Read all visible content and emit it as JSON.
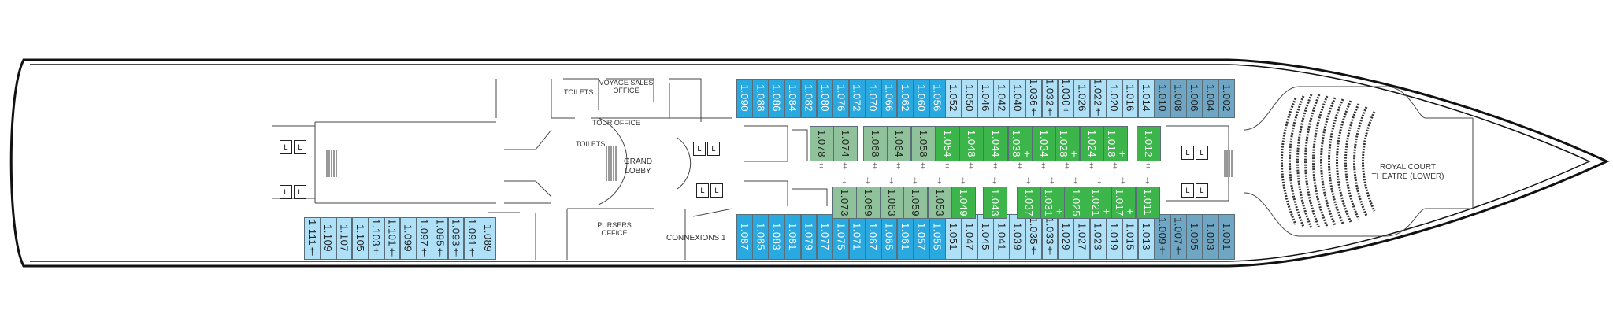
{
  "colors": {
    "dark_blue": "#29a9e0",
    "light_blue": "#aee0f7",
    "steel_blue": "#6fa6c4",
    "pale_green": "#8fc29a",
    "green": "#3cb54a"
  },
  "symbols": {
    "accessible": "‡",
    "lift": "L"
  },
  "areas": {
    "toilets_top": "TOILETS",
    "voyage_sales": "VOYAGE SALES OFFICE",
    "tour_office": "TOUR OFFICE",
    "toilets_mid": "TOILETS",
    "grand_lobby": "GRAND LOBBY",
    "pursers_office": "PURSERS OFFICE",
    "connexions": "CONNEXIONS 1",
    "theatre": "ROYAL COURT THEATRE (LOWER)"
  },
  "cabins": {
    "top_outer": [
      {
        "n": "1.090",
        "c": "dark_blue"
      },
      {
        "n": "1.088",
        "c": "dark_blue"
      },
      {
        "n": "1.086",
        "c": "dark_blue"
      },
      {
        "n": "1.084",
        "c": "dark_blue"
      },
      {
        "n": "1.082",
        "c": "dark_blue"
      },
      {
        "n": "1.080",
        "c": "dark_blue"
      },
      {
        "n": "1.076",
        "c": "dark_blue"
      },
      {
        "n": "1.072",
        "c": "dark_blue"
      },
      {
        "n": "1.070",
        "c": "dark_blue"
      },
      {
        "n": "1.066",
        "c": "dark_blue"
      },
      {
        "n": "1.062",
        "c": "dark_blue"
      },
      {
        "n": "1.060",
        "c": "dark_blue"
      },
      {
        "n": "1.056",
        "c": "dark_blue"
      },
      {
        "n": "1.052",
        "c": "light_blue"
      },
      {
        "n": "1.050",
        "c": "light_blue"
      },
      {
        "n": "1.046",
        "c": "light_blue"
      },
      {
        "n": "1.042",
        "c": "light_blue"
      },
      {
        "n": "1.040",
        "c": "light_blue"
      },
      {
        "n": "1.036†",
        "c": "light_blue"
      },
      {
        "n": "1.032†",
        "c": "light_blue"
      },
      {
        "n": "1.030†",
        "c": "light_blue"
      },
      {
        "n": "1.026",
        "c": "light_blue"
      },
      {
        "n": "1.022†",
        "c": "light_blue"
      },
      {
        "n": "1.020",
        "c": "light_blue"
      },
      {
        "n": "1.016",
        "c": "light_blue"
      },
      {
        "n": "1.014",
        "c": "light_blue"
      },
      {
        "n": "1.010",
        "c": "steel_blue"
      },
      {
        "n": "1.008",
        "c": "steel_blue"
      },
      {
        "n": "1.006",
        "c": "steel_blue"
      },
      {
        "n": "1.004",
        "c": "steel_blue"
      },
      {
        "n": "1.002",
        "c": "steel_blue"
      }
    ],
    "bottom_outer": [
      {
        "n": "1.087",
        "c": "dark_blue"
      },
      {
        "n": "1.085",
        "c": "dark_blue"
      },
      {
        "n": "1.083",
        "c": "dark_blue"
      },
      {
        "n": "1.081",
        "c": "dark_blue"
      },
      {
        "n": "1.079",
        "c": "dark_blue"
      },
      {
        "n": "1.077",
        "c": "dark_blue"
      },
      {
        "n": "1.075",
        "c": "dark_blue"
      },
      {
        "n": "1.071",
        "c": "dark_blue"
      },
      {
        "n": "1.067",
        "c": "dark_blue"
      },
      {
        "n": "1.065",
        "c": "dark_blue"
      },
      {
        "n": "1.061",
        "c": "dark_blue"
      },
      {
        "n": "1.057",
        "c": "dark_blue"
      },
      {
        "n": "1.055",
        "c": "dark_blue"
      },
      {
        "n": "1.051",
        "c": "light_blue"
      },
      {
        "n": "1.047",
        "c": "light_blue"
      },
      {
        "n": "1.045",
        "c": "light_blue"
      },
      {
        "n": "1.041",
        "c": "light_blue"
      },
      {
        "n": "1.039",
        "c": "light_blue"
      },
      {
        "n": "1.035†",
        "c": "light_blue"
      },
      {
        "n": "1.033†",
        "c": "light_blue"
      },
      {
        "n": "1.029",
        "c": "light_blue"
      },
      {
        "n": "1.027",
        "c": "light_blue"
      },
      {
        "n": "1.023",
        "c": "light_blue"
      },
      {
        "n": "1.019",
        "c": "light_blue"
      },
      {
        "n": "1.015",
        "c": "light_blue"
      },
      {
        "n": "1.013",
        "c": "light_blue"
      },
      {
        "n": "1.009†",
        "c": "steel_blue"
      },
      {
        "n": "1.007†",
        "c": "steel_blue"
      },
      {
        "n": "1.005",
        "c": "steel_blue"
      },
      {
        "n": "1.003",
        "c": "steel_blue"
      },
      {
        "n": "1.001",
        "c": "steel_blue"
      }
    ],
    "aft_bottom": [
      {
        "n": "1.111†",
        "c": "light_blue"
      },
      {
        "n": "1.109",
        "c": "light_blue"
      },
      {
        "n": "1.107",
        "c": "light_blue"
      },
      {
        "n": "1.105",
        "c": "light_blue"
      },
      {
        "n": "1.103†",
        "c": "light_blue"
      },
      {
        "n": "1.101†",
        "c": "light_blue"
      },
      {
        "n": "1.099",
        "c": "light_blue"
      },
      {
        "n": "1.097†",
        "c": "light_blue"
      },
      {
        "n": "1.095†",
        "c": "light_blue"
      },
      {
        "n": "1.093†",
        "c": "light_blue"
      },
      {
        "n": "1.091†",
        "c": "light_blue"
      },
      {
        "n": "1.089",
        "c": "light_blue"
      }
    ],
    "inner_top": [
      {
        "n": "1.078",
        "c": "pale_green"
      },
      {
        "n": "1.074",
        "c": "pale_green"
      },
      {
        "n": "1.068",
        "c": "pale_green"
      },
      {
        "n": "1.064",
        "c": "pale_green"
      },
      {
        "n": "1.058",
        "c": "pale_green"
      },
      {
        "n": "1.054",
        "c": "green"
      },
      {
        "n": "1.048",
        "c": "green"
      },
      {
        "n": "1.044",
        "c": "green"
      },
      {
        "n": "1.038",
        "c": "green",
        "m": "+"
      },
      {
        "n": "1.034",
        "c": "green"
      },
      {
        "n": "1.028",
        "c": "green",
        "m": "+"
      },
      {
        "n": "1.024",
        "c": "green"
      },
      {
        "n": "1.018",
        "c": "green",
        "m": "+"
      },
      {
        "n": "1.012",
        "c": "green"
      }
    ],
    "inner_bottom": [
      {
        "n": "1.073",
        "c": "pale_green"
      },
      {
        "n": "1.069",
        "c": "pale_green"
      },
      {
        "n": "1.063",
        "c": "pale_green"
      },
      {
        "n": "1.059",
        "c": "pale_green"
      },
      {
        "n": "1.053",
        "c": "pale_green"
      },
      {
        "n": "1.049",
        "c": "green"
      },
      {
        "n": "1.043",
        "c": "green"
      },
      {
        "n": "1.037",
        "c": "green"
      },
      {
        "n": "1.031",
        "c": "green",
        "m": "+"
      },
      {
        "n": "1.025",
        "c": "green"
      },
      {
        "n": "1.021",
        "c": "green",
        "m": "+"
      },
      {
        "n": "1.017",
        "c": "green",
        "m": "+"
      },
      {
        "n": "1.011",
        "c": "green"
      }
    ]
  }
}
